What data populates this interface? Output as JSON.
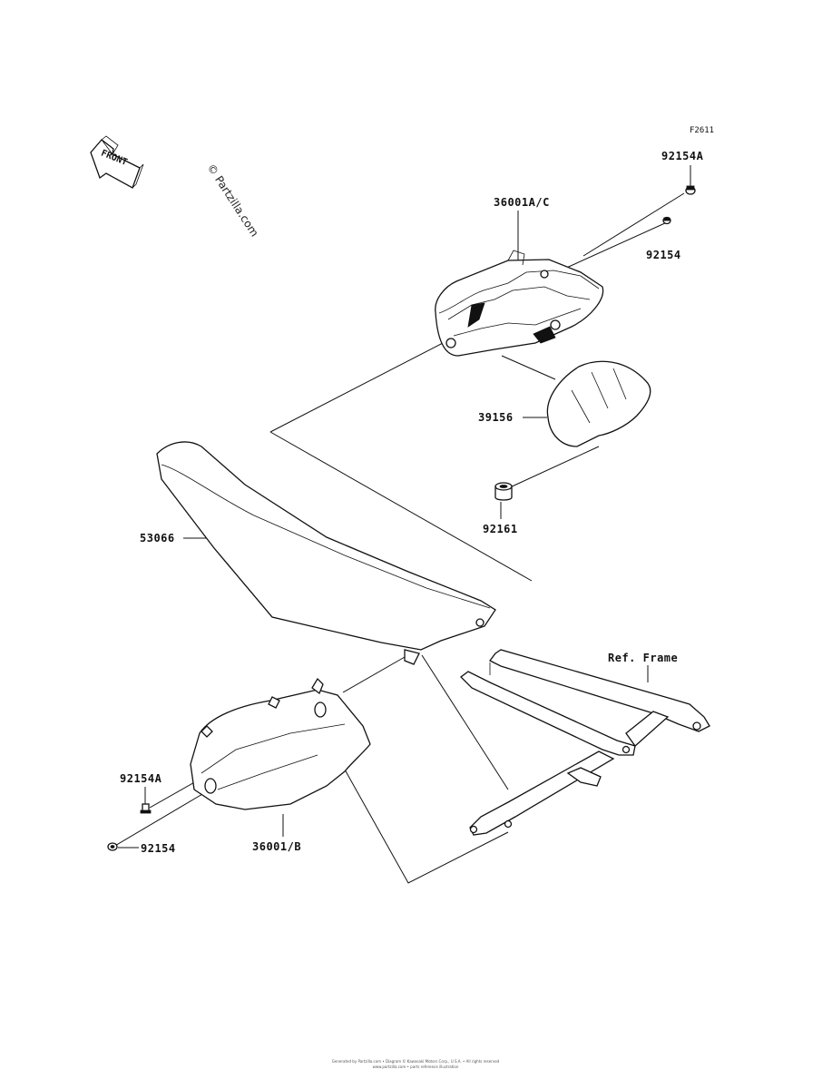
{
  "figure_code": "F2611",
  "watermark": "© Partzilla.com",
  "front_label": "FRONT",
  "callouts": {
    "p92154A_top": "92154A",
    "p36001AC": "36001A/C",
    "p92154_top": "92154",
    "p39156": "39156",
    "p53066": "53066",
    "p92161": "92161",
    "ref_frame": "Ref. Frame",
    "p92154A_bottom": "92154A",
    "p36001B": "36001/B",
    "p92154_bottom": "92154"
  },
  "footer": {
    "line1": "Generated by Partzilla.com  •  Diagram © Kawasaki Motors Corp., U.S.A.  •  All rights reserved",
    "line2": "www.partzilla.com  •  parts reference illustration"
  }
}
